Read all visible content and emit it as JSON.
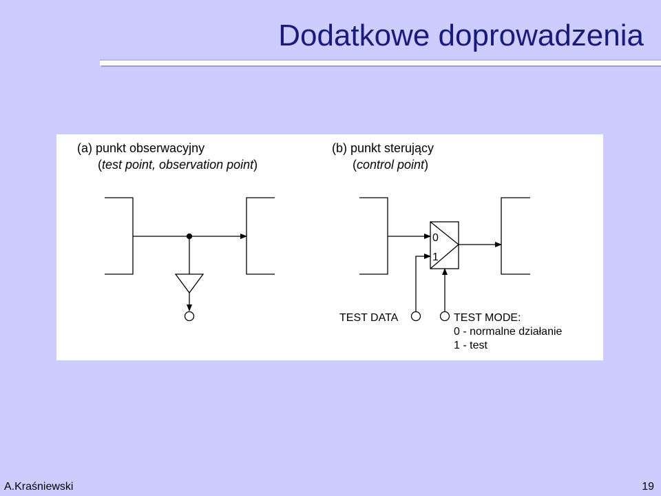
{
  "title": "Dodatkowe doprowadzenia",
  "figure": {
    "a": {
      "heading": "(a) punkt obserwacyjny",
      "subtitle_open": "(",
      "subtitle_italic": "test point, observation point",
      "subtitle_close": ")"
    },
    "b": {
      "heading": "(b) punkt sterujący",
      "subtitle_open": "(",
      "subtitle_italic": "control point",
      "subtitle_close": ")",
      "mux_input_0": "0",
      "mux_input_1": "1",
      "test_data_label": "TEST DATA",
      "test_mode_label": "TEST MODE:",
      "mode_0": "0 - normalne działanie",
      "mode_1": "1 - test"
    }
  },
  "footer": {
    "author": "A.Kraśniewski",
    "page_number": "19"
  }
}
